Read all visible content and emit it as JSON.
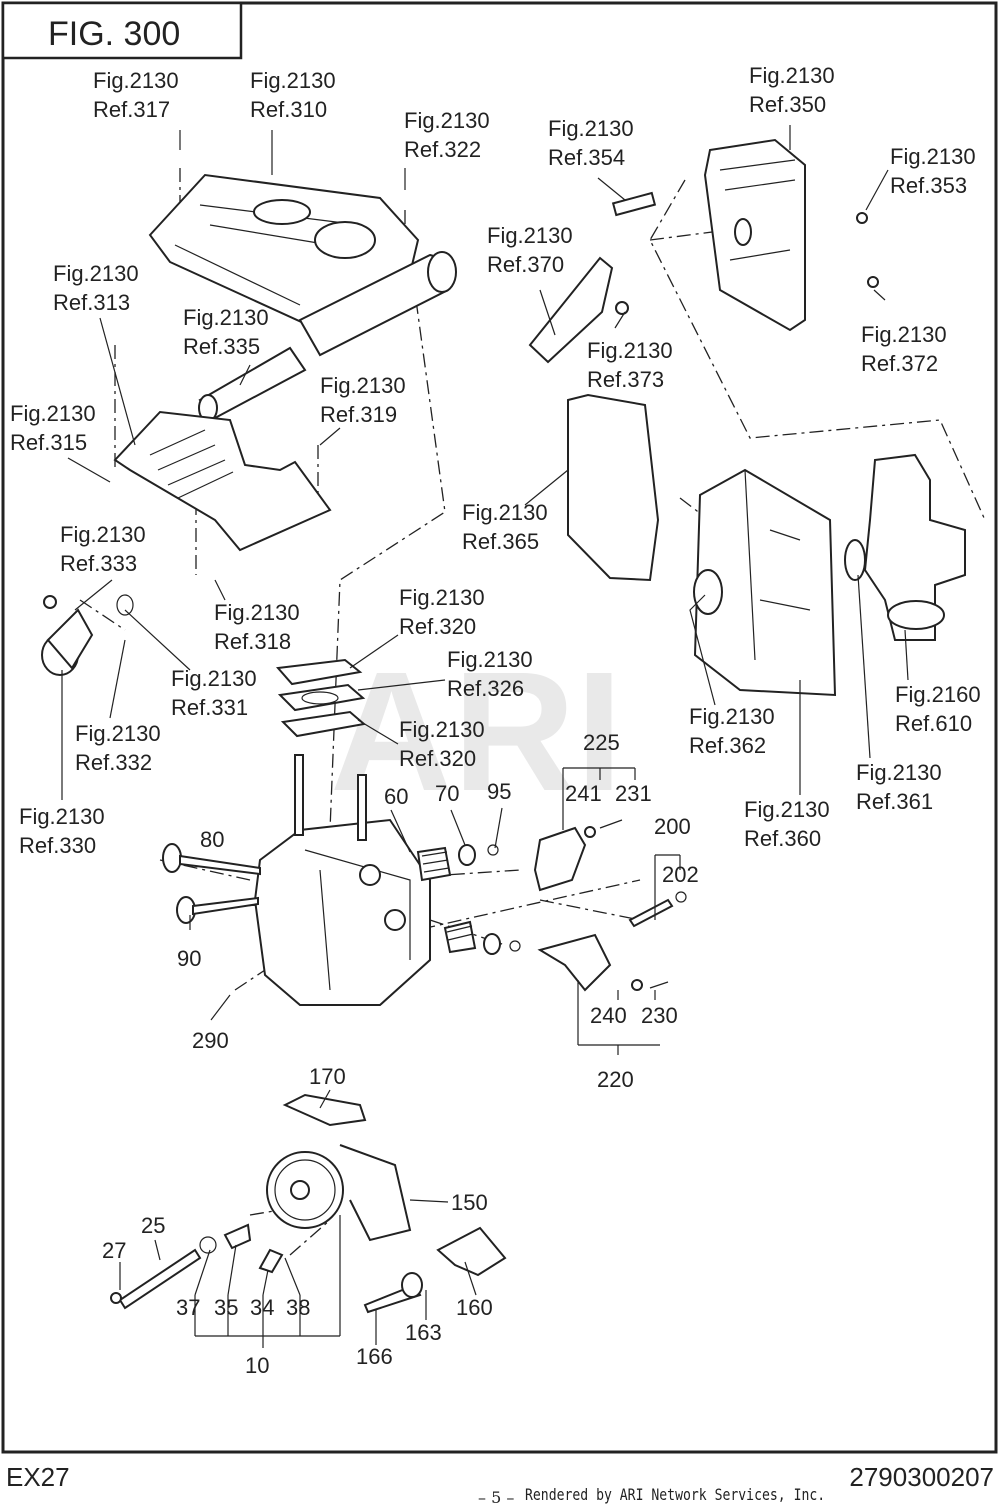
{
  "figure_title": "FIG.  300",
  "watermark": "ARI",
  "footer": {
    "model": "EX27",
    "page_number": "– 5 –",
    "rendered_by": "Rendered by ARI Network Services, Inc.",
    "doc_number": "2790300207"
  },
  "callouts": {
    "c317": [
      "Fig.2130",
      "Ref.317"
    ],
    "c310": [
      "Fig.2130",
      "Ref.310"
    ],
    "c322": [
      "Fig.2130",
      "Ref.322"
    ],
    "c354": [
      "Fig.2130",
      "Ref.354"
    ],
    "c350": [
      "Fig.2130",
      "Ref.350"
    ],
    "c353": [
      "Fig.2130",
      "Ref.353"
    ],
    "c313": [
      "Fig.2130",
      "Ref.313"
    ],
    "c370": [
      "Fig.2130",
      "Ref.370"
    ],
    "c335": [
      "Fig.2130",
      "Ref.335"
    ],
    "c372": [
      "Fig.2130",
      "Ref.372"
    ],
    "c373": [
      "Fig.2130",
      "Ref.373"
    ],
    "c319": [
      "Fig.2130",
      "Ref.319"
    ],
    "c315": [
      "Fig.2130",
      "Ref.315"
    ],
    "c365": [
      "Fig.2130",
      "Ref.365"
    ],
    "c333": [
      "Fig.2130",
      "Ref.333"
    ],
    "c320a": [
      "Fig.2130",
      "Ref.320"
    ],
    "c318": [
      "Fig.2130",
      "Ref.318"
    ],
    "c326": [
      "Fig.2130",
      "Ref.326"
    ],
    "c331": [
      "Fig.2130",
      "Ref.331"
    ],
    "c2160": [
      "Fig.2160",
      "Ref.610"
    ],
    "c362": [
      "Fig.2130",
      "Ref.362"
    ],
    "c332": [
      "Fig.2130",
      "Ref.332"
    ],
    "c320b": [
      "Fig.2130",
      "Ref.320"
    ],
    "c361": [
      "Fig.2130",
      "Ref.361"
    ],
    "c330": [
      "Fig.2130",
      "Ref.330"
    ],
    "c360": [
      "Fig.2130",
      "Ref.360"
    ]
  },
  "part_numbers": {
    "n225": "225",
    "n60": "60",
    "n70": "70",
    "n95": "95",
    "n241": "241",
    "n231": "231",
    "n80": "80",
    "n200": "200",
    "n202": "202",
    "n90": "90",
    "n240": "240",
    "n230": "230",
    "n290": "290",
    "n220": "220",
    "n170": "170",
    "n150": "150",
    "n25": "25",
    "n27": "27",
    "n37": "37",
    "n35": "35",
    "n34": "34",
    "n38": "38",
    "n160": "160",
    "n163": "163",
    "n166": "166",
    "n10": "10"
  }
}
